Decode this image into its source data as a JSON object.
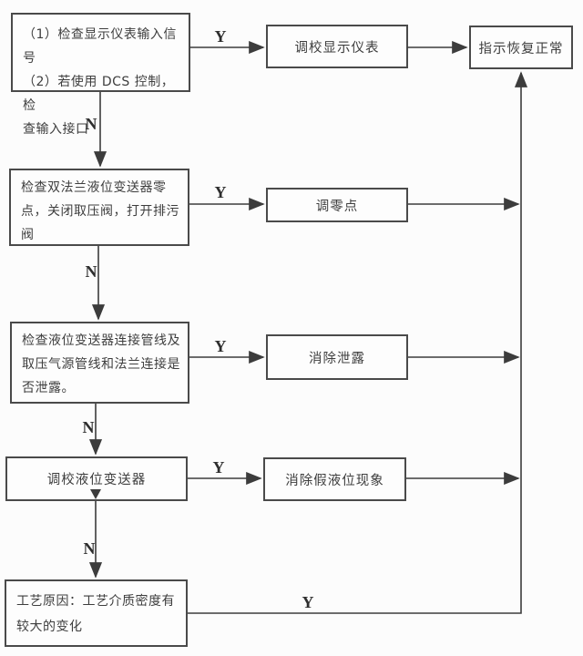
{
  "diagram": {
    "type": "flowchart",
    "background_color": "#fcfcfc",
    "line_color": "#3c3c3c",
    "border_color": "#4a4a4a",
    "text_color": "#3e3e3e",
    "decision_labels": {
      "yes": "Y",
      "no": "N"
    },
    "nodes": {
      "step1": {
        "lines": [
          "（1）检查显示仪表输入信号",
          "（2）若使用 DCS 控制，检",
          "查输入接口"
        ]
      },
      "action1": {
        "text": "调校显示仪表"
      },
      "result": {
        "text": "指示恢复正常"
      },
      "step2": {
        "lines": [
          "检查双法兰液位变送器零",
          "点，关闭取压阀，打开排污",
          "阀"
        ]
      },
      "action2": {
        "text": "调零点"
      },
      "step3": {
        "lines": [
          "检查液位变送器连接管线及",
          "取压气源管线和法兰连接是",
          "否泄露。"
        ]
      },
      "action3": {
        "text": "消除泄露"
      },
      "step4": {
        "text": "调校液位变送器"
      },
      "action4": {
        "text": "消除假液位现象"
      },
      "step5": {
        "lines": [
          "工艺原因：工艺介质密度有",
          "较大的变化"
        ]
      }
    },
    "edges": [
      {
        "from": "step1",
        "to": "action1",
        "label": "Y"
      },
      {
        "from": "action1",
        "to": "result",
        "label": ""
      },
      {
        "from": "step1",
        "to": "step2",
        "label": "N"
      },
      {
        "from": "step2",
        "to": "action2",
        "label": "Y"
      },
      {
        "from": "action2",
        "to": "result",
        "label": ""
      },
      {
        "from": "step2",
        "to": "step3",
        "label": "N"
      },
      {
        "from": "step3",
        "to": "action3",
        "label": "Y"
      },
      {
        "from": "action3",
        "to": "result",
        "label": ""
      },
      {
        "from": "step3",
        "to": "step4",
        "label": "N"
      },
      {
        "from": "step4",
        "to": "action4",
        "label": "Y"
      },
      {
        "from": "action4",
        "to": "result",
        "label": ""
      },
      {
        "from": "step4",
        "to": "step5",
        "label": "N"
      },
      {
        "from": "step5",
        "to": "result",
        "label": "Y"
      }
    ]
  }
}
